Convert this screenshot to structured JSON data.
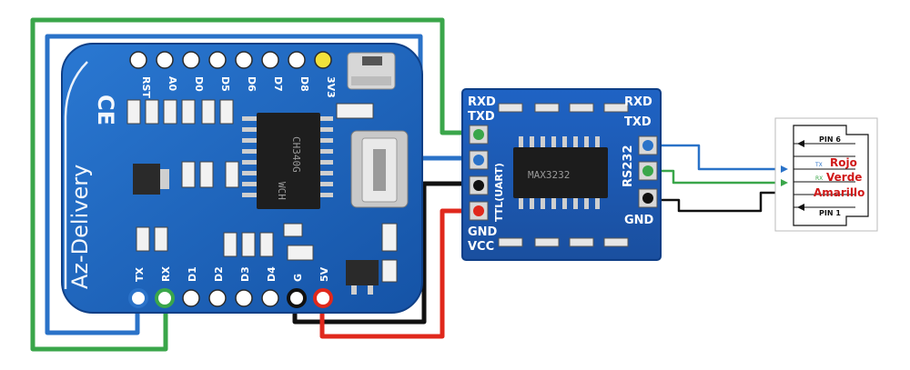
{
  "wemos_board": {
    "top_pins": [
      "RST",
      "A0",
      "D0",
      "D5",
      "D6",
      "D7",
      "D8",
      "3V3"
    ],
    "bottom_pins": [
      "TX",
      "RX",
      "D1",
      "D2",
      "D3",
      "D4",
      "G",
      "5V"
    ],
    "logo": "CE",
    "brand": "Az-Delivery",
    "chip_text_1": "CH340G",
    "chip_text_2": "WCH"
  },
  "rs232_module": {
    "left_labels": [
      "RXD",
      "TXD",
      "GND",
      "VCC"
    ],
    "right_labels": [
      "RXD",
      "TXD",
      "GND"
    ],
    "side_label_left": "TTL(UART)",
    "side_label_right": "RS232",
    "chip_text": "MAX3232"
  },
  "connector": {
    "pin_top": "PIN 6",
    "pin_bottom": "PIN 1",
    "wire_labels": [
      "Rojo",
      "Verde",
      "Amarillo"
    ],
    "small_labels": [
      "TX",
      "RX"
    ]
  },
  "colors": {
    "board_blue": "#1a5fb4",
    "wire_green": "#3aa64a",
    "wire_blue": "#2a72c8",
    "wire_black": "#111111",
    "wire_red": "#e0281c"
  }
}
